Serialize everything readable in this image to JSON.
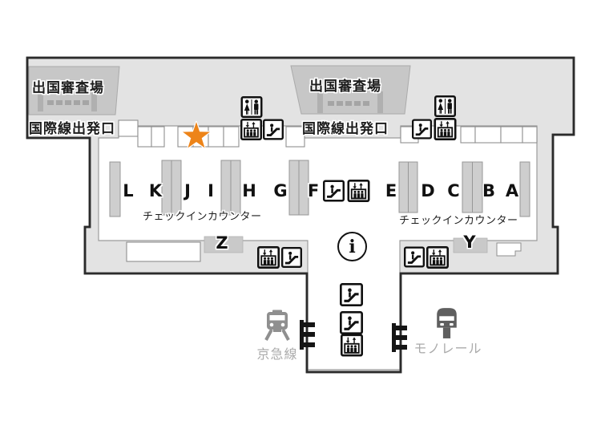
{
  "security_areas": [
    {
      "label": "出国審査場"
    },
    {
      "label": "出国審査場"
    }
  ],
  "departure_exits": [
    {
      "label": "国際線出発口"
    },
    {
      "label": "国際線出発口"
    }
  ],
  "checkin": {
    "left": {
      "letters": [
        "L",
        "K",
        "J",
        "I",
        "H",
        "G",
        "F"
      ],
      "caption": "チェックインカウンター"
    },
    "right": {
      "letters": [
        "E",
        "D",
        "C",
        "B",
        "A"
      ],
      "caption": "チェックインカウンター"
    },
    "zone_left": "Z",
    "zone_right": "Y"
  },
  "info_point": {
    "label": "i"
  },
  "transit": {
    "keikyu_label": "京急線",
    "monorail_label": "モノレール"
  },
  "icons": {
    "restroom": "restroom-icon",
    "elevator": "elevator-icon",
    "escalator": "escalator-icon",
    "information": "information-icon",
    "current_location": "star-icon",
    "keikyu_train": "train-icon",
    "monorail": "monorail-icon"
  },
  "colors": {
    "floor": "#e3e3e3",
    "security_area": "#c7c7c7",
    "hall": "#ffffff",
    "counter_island": "#cecece",
    "outline": "#2b2b2b",
    "star_orange": "#ed8419",
    "keikyu_gray": "#8f8f8f",
    "monorail_gray": "#5f5f5f",
    "transit_label_gray": "#ababab"
  }
}
